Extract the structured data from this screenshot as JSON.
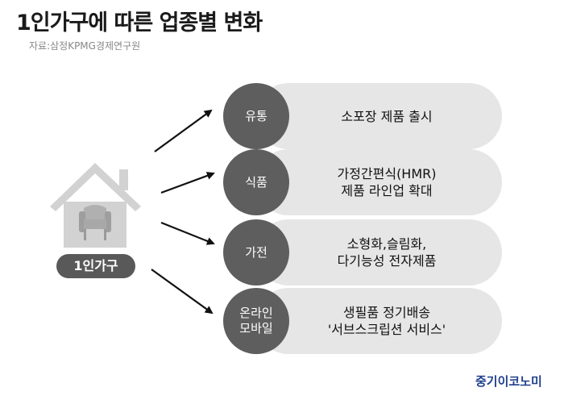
{
  "header": {
    "title": "1인가구에 따른 업종별 변화",
    "source": "자료:삼정KPMG경제연구원"
  },
  "center": {
    "label": "1인가구"
  },
  "rows": [
    {
      "category": [
        "유통"
      ],
      "detail": [
        "소포장 제품 출시"
      ]
    },
    {
      "category": [
        "식품"
      ],
      "detail": [
        "가정간편식(HMR)",
        "제품 라인업 확대"
      ]
    },
    {
      "category": [
        "가전"
      ],
      "detail": [
        "소형화,슬림화,",
        "다기능성 전자제품"
      ]
    },
    {
      "category": [
        "온라인",
        "모바일"
      ],
      "detail": [
        "생필품 정기배송",
        "'서브스크립션 서비스'"
      ]
    }
  ],
  "footer": {
    "logo": "중기이코노미"
  },
  "colors": {
    "house": "#d2d2d2",
    "circle": "#5e5e5e",
    "pill": "#e6e6e6",
    "logo": "#1f3f8c"
  }
}
